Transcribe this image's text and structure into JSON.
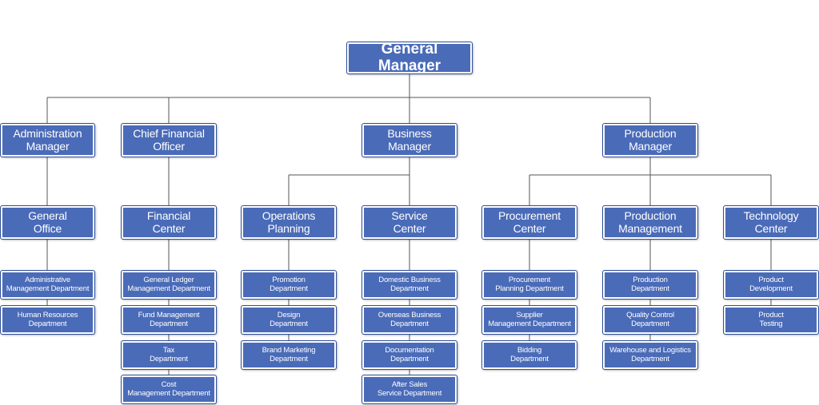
{
  "root": "General Manager",
  "managers": [
    "Administration\nManager",
    "Chief Financial\nOfficer",
    "Business\nManager",
    "Production\nManager"
  ],
  "centers": [
    "General\nOffice",
    "Financial\nCenter",
    "Operations\nPlanning",
    "Service\nCenter",
    "Procurement\nCenter",
    "Production\nManagement",
    "Technology\nCenter"
  ],
  "departments": [
    [
      "Administrative\nManagement Department",
      "Human Resources\nDepartment"
    ],
    [
      "General Ledger\nManagement Department",
      "Fund Management\nDepartment",
      "Tax\nDepartment",
      "Cost\nManagement Department"
    ],
    [
      "Promotion\nDepartment",
      "Design\nDepartment",
      "Brand Marketing\nDepartment"
    ],
    [
      "Domestic Business\nDepartment",
      "Overseas Business\nDepartment",
      "Documentation\nDepartment",
      "After Sales\nService Department"
    ],
    [
      "Procurement\nPlanning Department",
      "Supplier\nManagement Department",
      "Bidding\nDepartment"
    ],
    [
      "Production\nDepartment",
      "Quality Control\nDepartment",
      "Warehouse and Logistics\nDepartment"
    ],
    [
      "Product\nDevelopment",
      "Product\nTesting"
    ]
  ],
  "colors": {
    "box": "#4a6bb8",
    "box_border": "#2f4f99",
    "connector": "#555555",
    "text": "#ffffff"
  }
}
